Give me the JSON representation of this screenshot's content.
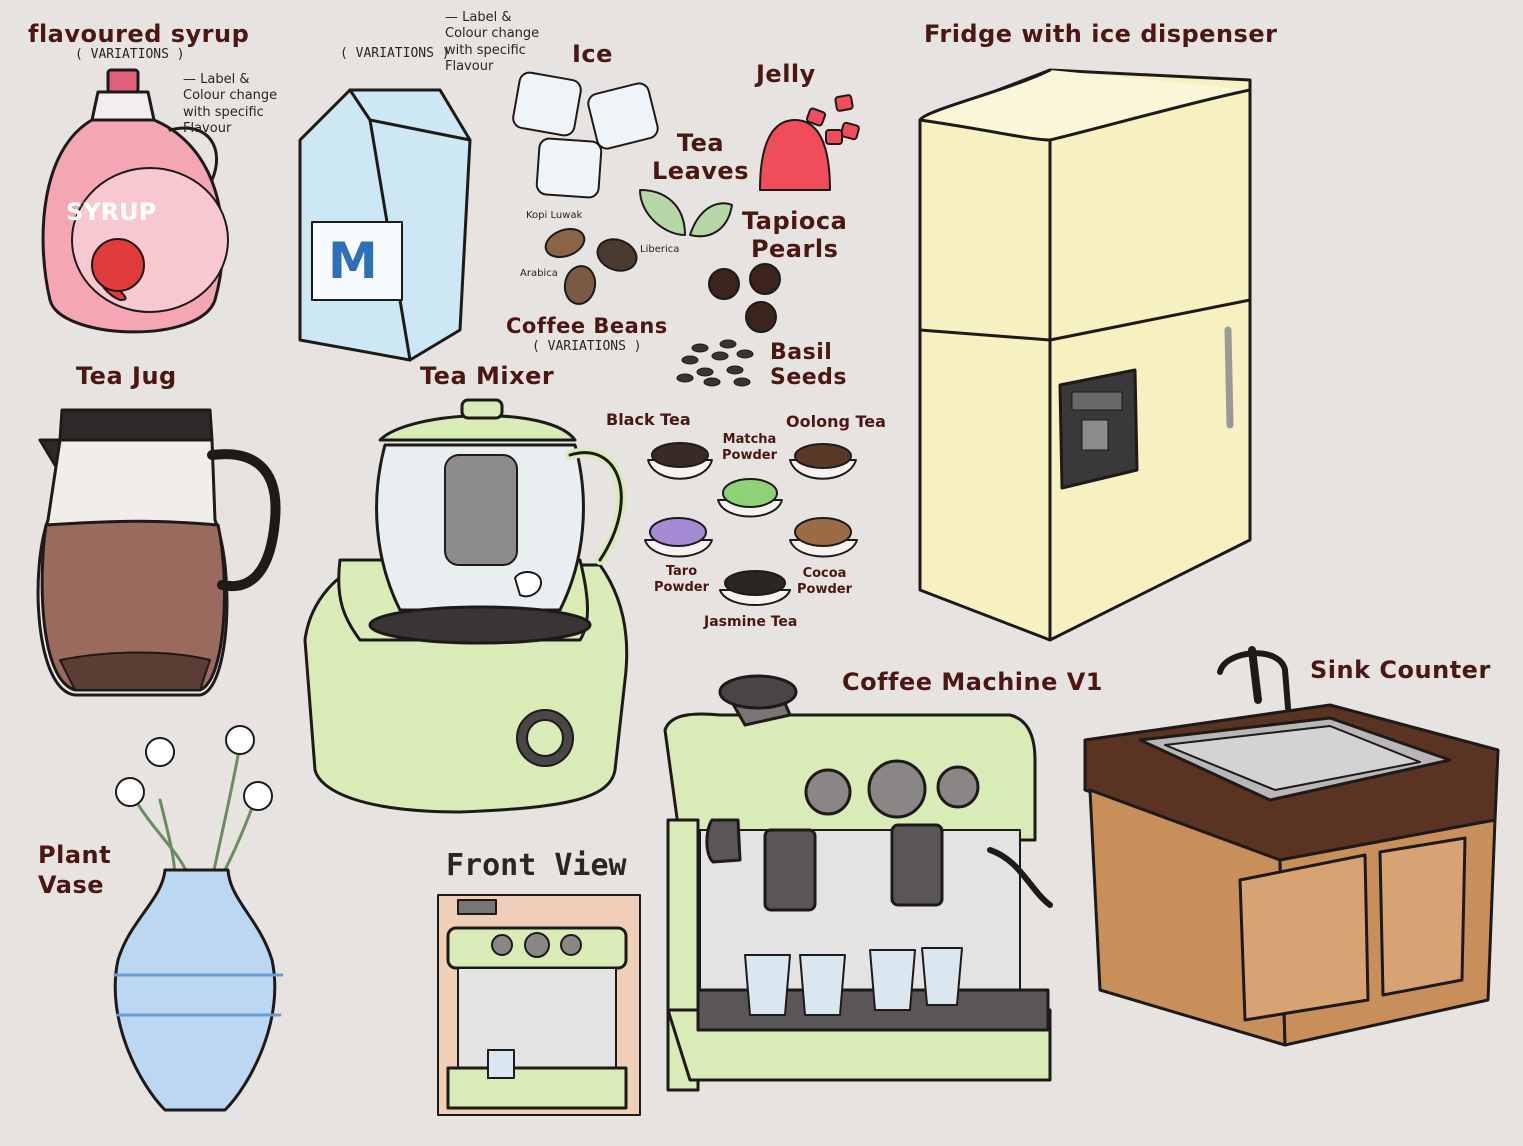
{
  "labels": {
    "flavoured_syrup": "flavoured syrup",
    "syrup_variations": "( VARIATIONS )",
    "syrup_note": "— Label &\nColour change\nwith specific\nFlavour",
    "syrup_bottle_text": "SYRUP",
    "milk_variations": "( VARIATIONS )",
    "milk_note": "— Label &\nColour change\nwith specific\nFlavour",
    "milk_letter": "M",
    "ice": "Ice",
    "jelly": "Jelly",
    "tea_leaves": "Tea\nLeaves",
    "tapioca_pearls": "Tapioca\nPearls",
    "kopi_luwak": "Kopi Luwak",
    "liberica": "Liberica",
    "arabica": "Arabica",
    "coffee_beans": "Coffee Beans",
    "coffee_variations": "( VARIATIONS )",
    "basil_seeds": "Basil\nSeeds",
    "fridge": "Fridge with ice dispenser",
    "tea_jug": "Tea Jug",
    "tea_mixer": "Tea Mixer",
    "black_tea": "Black Tea",
    "matcha_powder": "Matcha\nPowder",
    "oolong_tea": "Oolong Tea",
    "taro_powder": "Taro\nPowder",
    "cocoa_powder": "Cocoa\nPowder",
    "jasmine_tea": "Jasmine Tea",
    "coffee_machine": "Coffee Machine V1",
    "sink_counter": "Sink Counter",
    "plant_vase": "Plant\nVase",
    "front_view": "Front View"
  },
  "colors": {
    "background": "#e7e3e1",
    "label": "#4a1712",
    "fridge": "#f7f0c0",
    "machine_green": "#d9ecb8",
    "syrup_pink": "#f4a7b3",
    "milk_blue": "#cde7f5",
    "cabinet_wood": "#c98f5b",
    "counter_top": "#5a3322",
    "vase_blue": "#bcd7f2"
  }
}
